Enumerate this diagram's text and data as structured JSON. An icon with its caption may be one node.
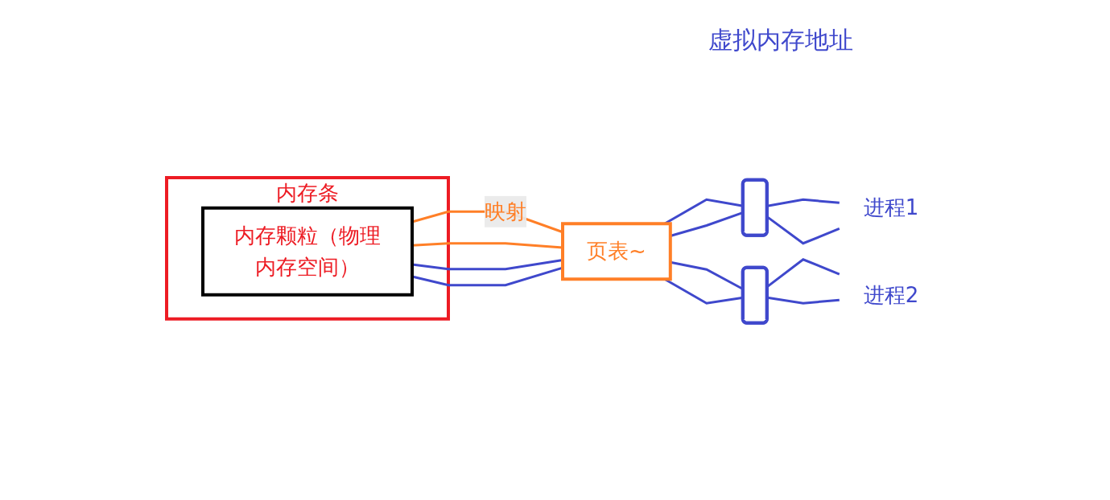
{
  "diagram": {
    "nodes": [
      {
        "text": [
          "内存条"
        ]
      },
      {
        "text": [
          "内存颗粒（物理内存空间）"
        ],
        "in": 0
      },
      {
        "text": [
          "页表~"
        ]
      },
      {
        "text": [],
        "shape": "box"
      },
      {
        "text": [],
        "shape": "box"
      },
      {
        "text": [
          "进程1"
        ]
      },
      {
        "text": [
          "进程2"
        ]
      }
    ],
    "edges": [
      {
        "from": 1,
        "to": 2,
        "arrow": "none",
        "label": "映射",
        "color": "#ff7f27"
      },
      {
        "from": 1,
        "to": 2,
        "arrow": "none",
        "color": "#ff7f27"
      },
      {
        "from": 1,
        "to": 2,
        "arrow": "none"
      },
      {
        "from": 1,
        "to": 2,
        "arrow": "none"
      },
      {
        "from": 2,
        "to": 3,
        "arrow": "none"
      },
      {
        "from": 2,
        "to": 3,
        "arrow": "none"
      },
      {
        "from": 2,
        "to": 4,
        "arrow": "none"
      },
      {
        "from": 2,
        "to": 4,
        "arrow": "none"
      },
      {
        "from": 3,
        "to": 5,
        "arrow": "none"
      },
      {
        "from": 3,
        "to": 5,
        "arrow": "none"
      },
      {
        "from": 4,
        "to": 6,
        "arrow": "none"
      },
      {
        "from": 4,
        "to": 6,
        "arrow": "none"
      }
    ],
    "labels": [
      "虚拟内存地址"
    ]
  }
}
